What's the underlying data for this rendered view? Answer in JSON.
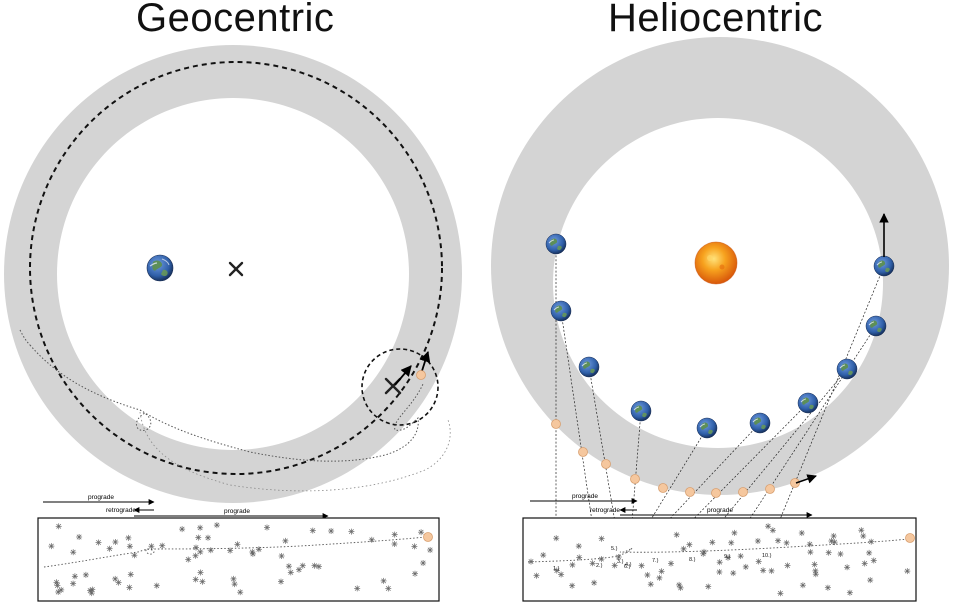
{
  "titles": {
    "geocentric": "Geocentric",
    "heliocentric": "Heliocentric"
  },
  "geocentric": {
    "arrows": {
      "prograde_1": "prograde",
      "retrograde": "retrograde",
      "prograde_2": "prograde"
    }
  },
  "heliocentric": {
    "arrows": {
      "prograde_1": "prograde",
      "retrograde": "retrograde",
      "prograde_2": "prograde"
    },
    "positions": [
      "1.)",
      "2.)",
      "3.)",
      "4.)",
      "5.)",
      "6.)",
      "7.)",
      "8.)",
      "9.)",
      "10.)"
    ]
  },
  "colors": {
    "ring": "#d4d4d4",
    "planet": "#f5c79e",
    "planet_stroke": "#d9a070",
    "sun": "#f39a1c",
    "earth_ocean": "#2f5fa8",
    "earth_land": "#5c8f4a"
  },
  "icons": [
    "earth-icon",
    "sun-icon",
    "planet-icon",
    "star-icon",
    "center-cross-icon",
    "direction-arrow-icon"
  ]
}
